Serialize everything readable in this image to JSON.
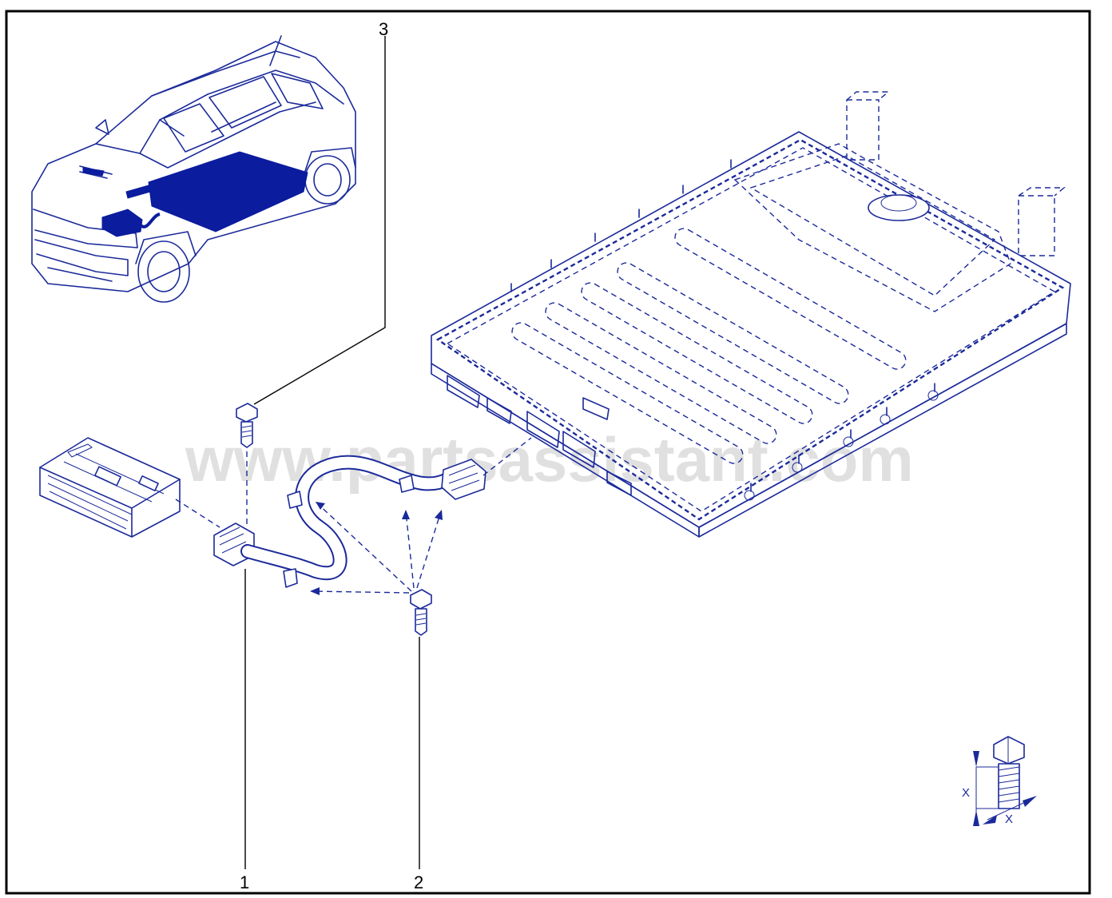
{
  "watermark": "www.partsassistant.com",
  "callouts": [
    {
      "label": "1"
    },
    {
      "label": "2"
    },
    {
      "label": "3"
    }
  ],
  "tightening_symbol": {
    "label_vertical": "X",
    "label_horizontal": "X"
  },
  "colors": {
    "ink": "#1b2a9a",
    "highlight": "#0b1c9e",
    "frame": "#000000"
  }
}
